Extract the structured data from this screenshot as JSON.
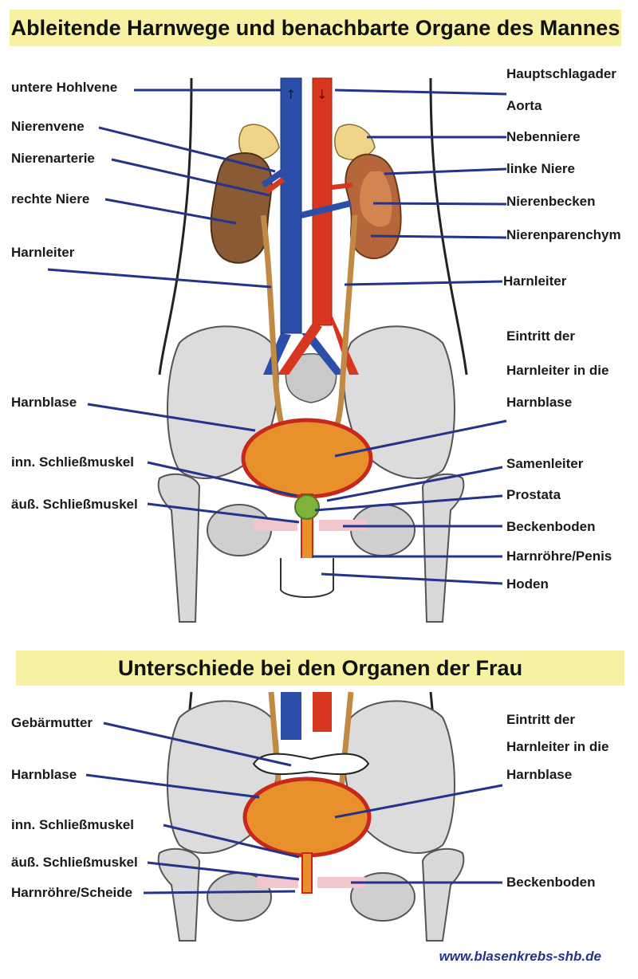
{
  "titles": {
    "main": "Ableitende Harnwege und benachbarte Organe des Mannes",
    "female": "Unterschiede bei den Organen der Frau"
  },
  "male_labels": {
    "untere_hohlvene": "untere Hohlvene",
    "nierenvene": "Nierenvene",
    "nierenarterie": "Nierenarterie",
    "rechte_niere": "rechte Niere",
    "harnleiter_left": "Harnleiter",
    "harnblase": "Harnblase",
    "inn_schliessmuskel": "inn. Schließmuskel",
    "aeuss_schliessmuskel": "äuß. Schließmuskel",
    "hauptschlagader": "Hauptschlagader",
    "aorta": "Aorta",
    "nebenniere": "Nebenniere",
    "linke_niere": "linke Niere",
    "nierenbecken": "Nierenbecken",
    "nierenparenchym": "Nierenparenchym",
    "harnleiter_right": "Harnleiter",
    "eintritt_1": "Eintritt der",
    "eintritt_2": "Harnleiter in die",
    "eintritt_3": "Harnblase",
    "samenleiter": "Samenleiter",
    "prostata": "Prostata",
    "beckenboden": "Beckenboden",
    "harnroehre_penis": "Harnröhre/Penis",
    "hoden": "Hoden"
  },
  "female_labels": {
    "gebaermutter": "Gebärmutter",
    "harnblase": "Harnblase",
    "inn_schliessmuskel": "inn. Schließmuskel",
    "aeuss_schliessmuskel": "äuß. Schließmuskel",
    "harnroehre_scheide": "Harnröhre/Scheide",
    "eintritt_1": "Eintritt der",
    "eintritt_2": "Harnleiter in die",
    "eintritt_3": "Harnblase",
    "beckenboden": "Beckenboden"
  },
  "footer": {
    "url": "www.blasenkrebs-shb.de"
  },
  "colors": {
    "banner": "#f6f1a3",
    "leader_line": "#24348a",
    "vein": "#2b4fa8",
    "artery": "#d8371f",
    "bladder": "#e8902c",
    "kidney": "#8a5a35",
    "bone": "#d8d8d8"
  }
}
